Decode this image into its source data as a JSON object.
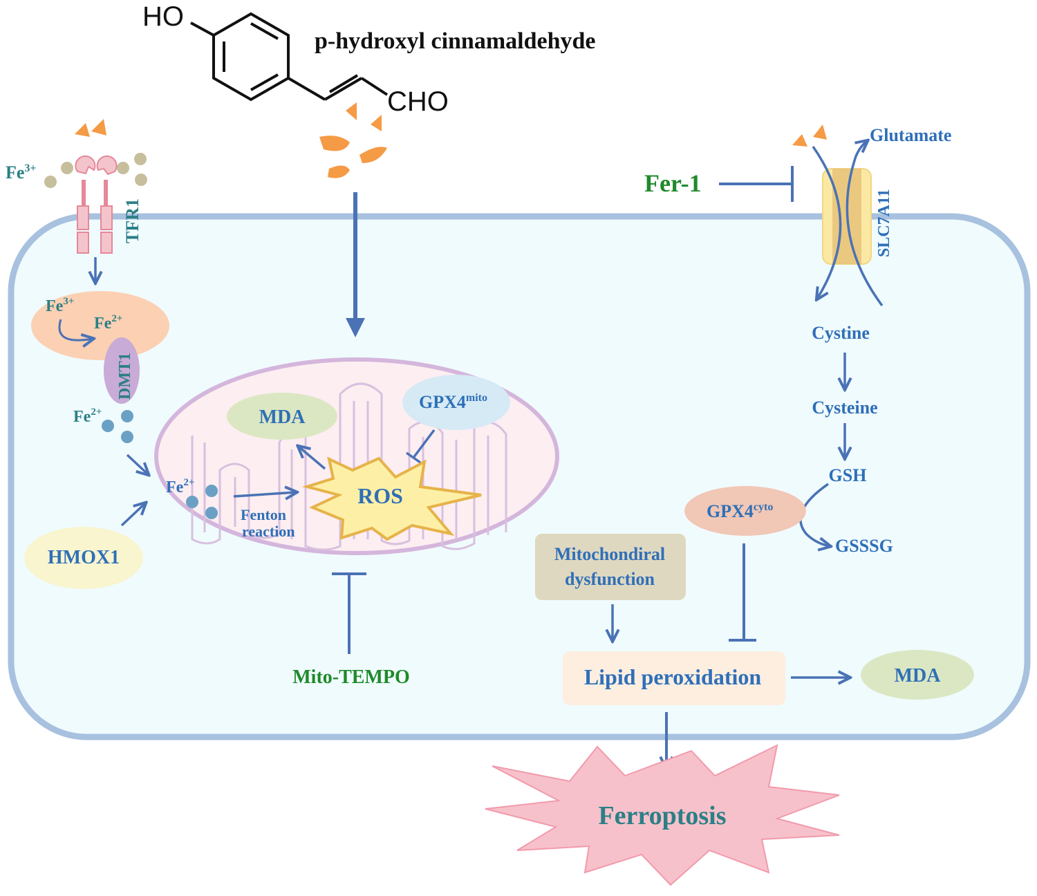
{
  "compound": {
    "name": "p-hydroxyl cinnamaldehyde",
    "ho_label": "HO",
    "cho_label": "CHO"
  },
  "iron_uptake": {
    "fe3_outside": "Fe",
    "fe3_outside_sup": "3+",
    "tfr1": "TFR1",
    "endosome_fe3": "Fe",
    "endosome_fe3_sup": "3+",
    "endosome_fe2": "Fe",
    "endosome_fe2_sup": "2+",
    "dmt1": "DMT1",
    "free_fe2": "Fe",
    "free_fe2_sup": "2+",
    "hmox1": "HMOX1"
  },
  "mitochondrion": {
    "mda": "MDA",
    "gpx4_mito": "GPX4",
    "gpx4_mito_sup": "mito",
    "ros": "ROS",
    "fe2": "Fe",
    "fe2_sup": "2+",
    "fenton_line1": "Fenton",
    "fenton_line2": "reaction"
  },
  "mito_tempo": "Mito-TEMPO",
  "system_xc": {
    "fer1": "Fer-1",
    "glutamate": "Glutamate",
    "slc7a11": "SLC7A11",
    "cystine": "Cystine",
    "cysteine": "Cysteine",
    "gsh": "GSH",
    "gssg": "GSSSG",
    "gpx4_cyto": "GPX4",
    "gpx4_cyto_sup": "cyto"
  },
  "mito_dysfunction_line1": "Mitochondiral",
  "mito_dysfunction_line2": "dysfunction",
  "lipid_peroxidation": "Lipid peroxidation",
  "mda_cyto": "MDA",
  "ferroptosis": "Ferroptosis",
  "colors": {
    "arrow_blue": "#4a72b5",
    "label_blue": "#2f6fb8",
    "label_teal": "#2b7f86",
    "label_green": "#1f8a2a",
    "cell_fill": "#f0fbfd",
    "cell_stroke": "#a7c1df",
    "compound_orange": "#f59a45"
  }
}
